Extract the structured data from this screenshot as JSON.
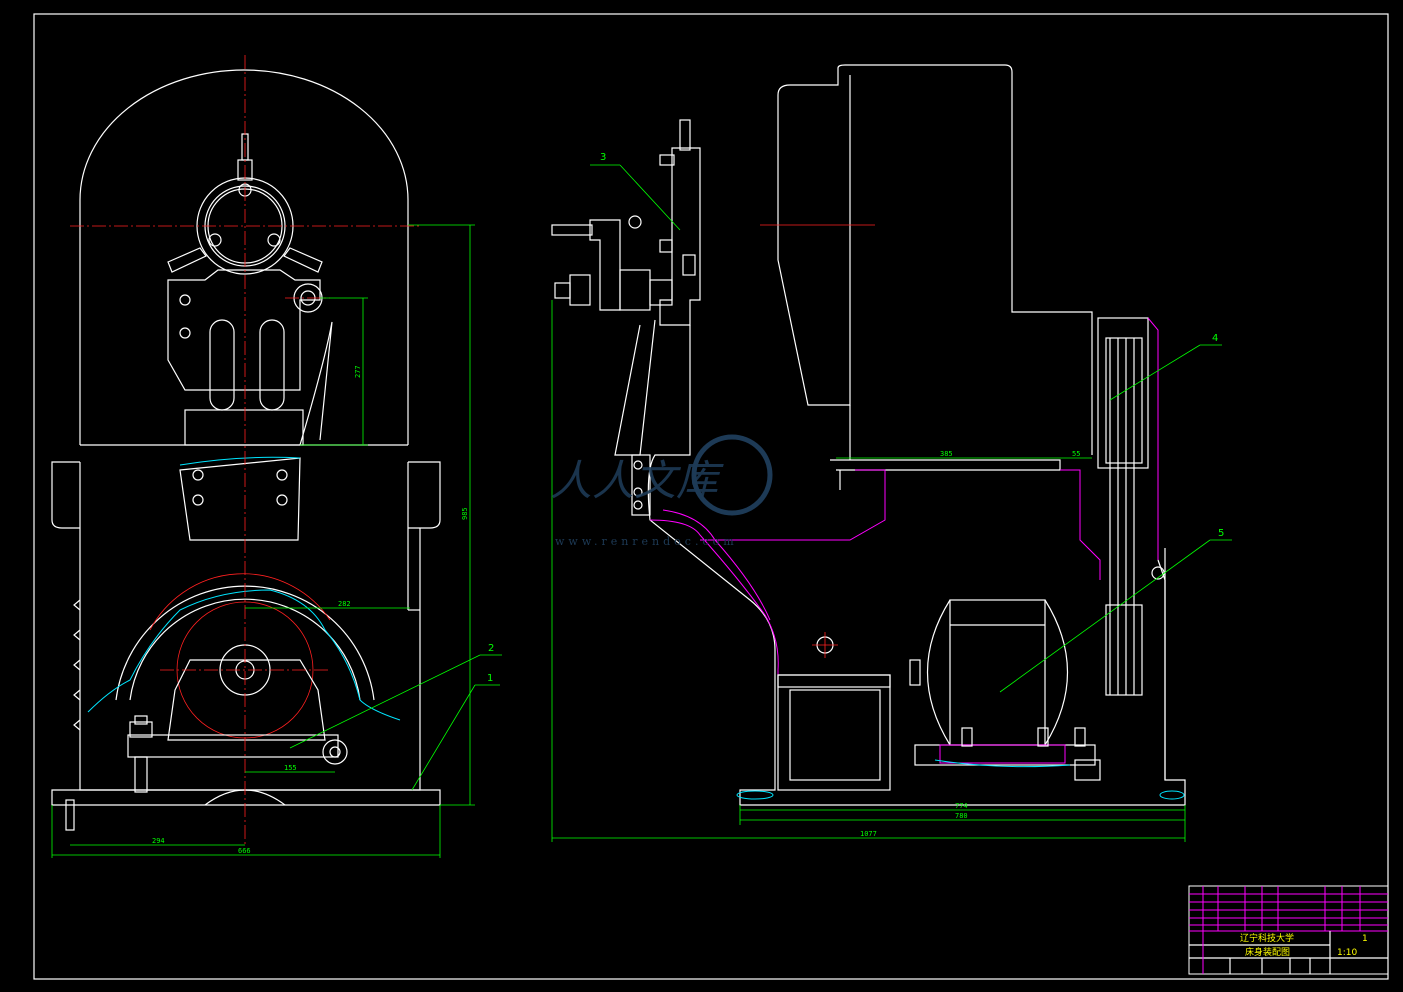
{
  "colors": {
    "background": "#000000",
    "outline": "#ffffff",
    "centerline": "#ff2020",
    "dimension": "#00ff00",
    "hidden": "#00e5ff",
    "section_hatch": "#ff00ff",
    "titleblock_text": "#ffff00"
  },
  "front_view": {
    "dimensions": {
      "height_total": "985",
      "height_upper": "277",
      "wheel_offset": "282",
      "bolt_offset": "155",
      "half_width": "294",
      "width_total": "666"
    },
    "part_labels": [
      "2",
      "1"
    ]
  },
  "side_view": {
    "dimensions": {
      "column_depth": "385",
      "gap": "55",
      "base_inner": "774",
      "base_outer": "780",
      "length_total": "1077"
    },
    "part_labels": [
      "3",
      "4",
      "5"
    ]
  },
  "watermark": {
    "text": "人人文库",
    "url": "www.renrendoc.com"
  },
  "title_block": {
    "university": "辽宁科技大学",
    "drawing_title": "床身装配图",
    "scale": "1:10",
    "sheet": "1"
  }
}
